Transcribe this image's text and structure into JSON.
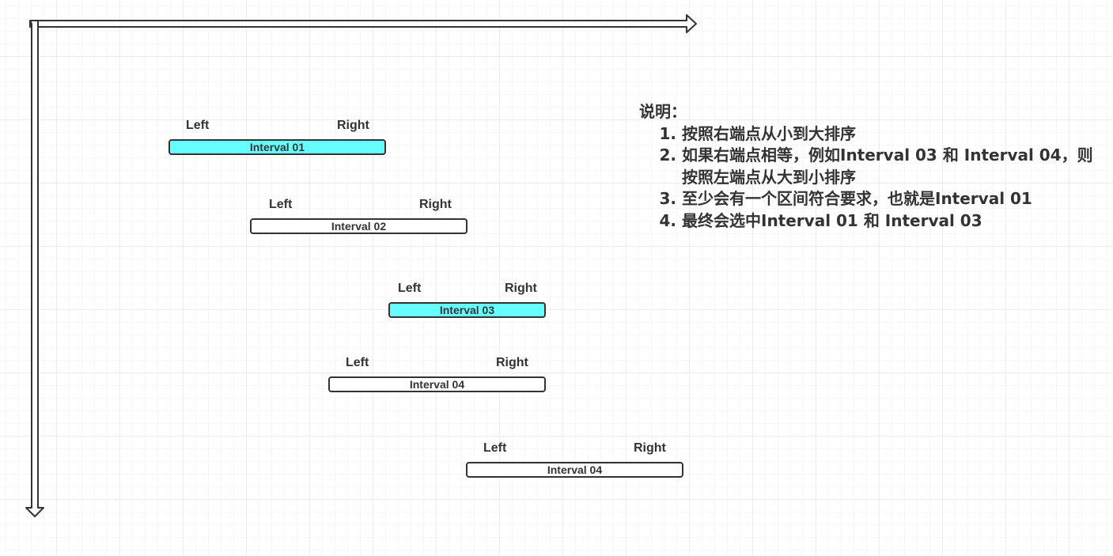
{
  "labels": {
    "left": "Left",
    "right": "Right"
  },
  "intervals": [
    {
      "name": "Interval 01",
      "selected": true
    },
    {
      "name": "Interval 02",
      "selected": false
    },
    {
      "name": "Interval 03",
      "selected": true
    },
    {
      "name": "Interval 04",
      "selected": false
    },
    {
      "name": "Interval 04",
      "selected": false
    }
  ],
  "notes": {
    "title": "说明：",
    "items": [
      "按照右端点从小到大排序",
      "如果右端点相等，例如Interval 03 和 Interval 04，则按照左端点从大到小排序",
      "至少会有一个区间符合要求，也就是Interval 01",
      "最终会选中Interval 01 和 Interval 03"
    ]
  },
  "colors": {
    "selected_fill": "#66ffff",
    "stroke": "#333333"
  }
}
